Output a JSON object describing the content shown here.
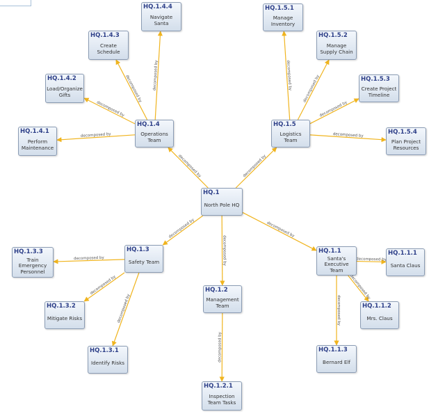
{
  "edge_label": "decomposed by",
  "nodes": [
    {
      "key": "hq1",
      "id": "HQ.1",
      "label": "North Pole HQ"
    },
    {
      "key": "hq14",
      "id": "HQ.1.4",
      "label": "Operations\nTeam"
    },
    {
      "key": "hq141",
      "id": "HQ.1.4.1",
      "label": "Perform\nMaintenance"
    },
    {
      "key": "hq142",
      "id": "HQ.1.4.2",
      "label": "Load/Organize\nGifts"
    },
    {
      "key": "hq143",
      "id": "HQ.1.4.3",
      "label": "Create\nSchedule"
    },
    {
      "key": "hq144",
      "id": "HQ.1.4.4",
      "label": "Navigate\nSanta"
    },
    {
      "key": "hq15",
      "id": "HQ.1.5",
      "label": "Logistics Team"
    },
    {
      "key": "hq151",
      "id": "HQ.1.5.1",
      "label": "Manage\nInventory"
    },
    {
      "key": "hq152",
      "id": "HQ.1.5.2",
      "label": "Manage\nSupply Chain"
    },
    {
      "key": "hq153",
      "id": "HQ.1.5.3",
      "label": "Create Project\nTimeline"
    },
    {
      "key": "hq154",
      "id": "HQ.1.5.4",
      "label": "Plan Project\nResources"
    },
    {
      "key": "hq13",
      "id": "HQ.1.3",
      "label": "Safety Team"
    },
    {
      "key": "hq131",
      "id": "HQ.1.3.1",
      "label": "Identify Risks"
    },
    {
      "key": "hq132",
      "id": "HQ.1.3.2",
      "label": "Mitigate Risks"
    },
    {
      "key": "hq133",
      "id": "HQ.1.3.3",
      "label": "Train\nEmergency\nPersonnel"
    },
    {
      "key": "hq12",
      "id": "HQ.1.2",
      "label": "Management\nTeam"
    },
    {
      "key": "hq121",
      "id": "HQ.1.2.1",
      "label": "Inspection\nTeam Tasks"
    },
    {
      "key": "hq11",
      "id": "HQ.1.1",
      "label": "Santa's\nExecutive\nTeam"
    },
    {
      "key": "hq111",
      "id": "HQ.1.1.1",
      "label": "Santa Claus"
    },
    {
      "key": "hq112",
      "id": "HQ.1.1.2",
      "label": "Mrs. Claus"
    },
    {
      "key": "hq113",
      "id": "HQ.1.1.3",
      "label": "Bernard Elf"
    }
  ],
  "edges": [
    {
      "from": "hq1",
      "to": "hq14"
    },
    {
      "from": "hq1",
      "to": "hq15"
    },
    {
      "from": "hq1",
      "to": "hq13"
    },
    {
      "from": "hq1",
      "to": "hq12"
    },
    {
      "from": "hq1",
      "to": "hq11"
    },
    {
      "from": "hq14",
      "to": "hq141"
    },
    {
      "from": "hq14",
      "to": "hq142"
    },
    {
      "from": "hq14",
      "to": "hq143"
    },
    {
      "from": "hq14",
      "to": "hq144"
    },
    {
      "from": "hq15",
      "to": "hq151"
    },
    {
      "from": "hq15",
      "to": "hq152"
    },
    {
      "from": "hq15",
      "to": "hq153"
    },
    {
      "from": "hq15",
      "to": "hq154"
    },
    {
      "from": "hq13",
      "to": "hq133"
    },
    {
      "from": "hq13",
      "to": "hq132"
    },
    {
      "from": "hq13",
      "to": "hq131"
    },
    {
      "from": "hq12",
      "to": "hq121"
    },
    {
      "from": "hq11",
      "to": "hq111"
    },
    {
      "from": "hq11",
      "to": "hq112"
    },
    {
      "from": "hq11",
      "to": "hq113"
    }
  ],
  "colors": {
    "edge": "#f0b41e",
    "node_border": "#8a9bb3",
    "node_id_text": "#2d3f88"
  }
}
